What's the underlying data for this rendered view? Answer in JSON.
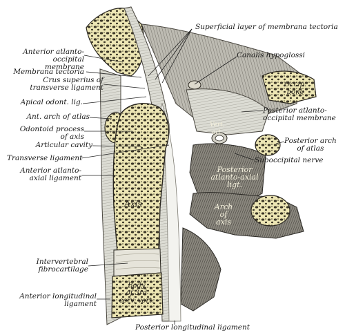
{
  "labels": {
    "superficial_layer": "Superficial layer of membrana tectoria",
    "canalis_hypoglossi": "Canalis hypoglossi",
    "anterior_atlanto_occipital": "Anterior atlanto-\noccipital membrane",
    "membrana_tectoria": "Membrana tectoria",
    "crus_superius": "Crus superius of\ntransverse ligament",
    "apical_odont_lig": "Apical odont. lig.",
    "ant_arch_atlas": "Ant. arch of atlas",
    "odontoid_process": "Odontoid process\nof axis",
    "articular_cavity": "Articular cavity",
    "transverse_ligament": "Transverse ligament",
    "anterior_atlanto_axial": "Anterior atlanto-\naxial ligament",
    "posterior_atlanto_occipital": "Posterior atlanto-\noccipital membrane",
    "posterior_arch_atlas": "Posterior arch\nof atlas",
    "suboccipital_nerve": "Suboccipital nerve",
    "intervertebral_fibrocartilage": "Intervertebral\nfibrocartilage",
    "anterior_longitudinal": "Anterior longitudinal\nligament",
    "posterior_longitudinal": "Posterior longitudinal ligament"
  },
  "engraved": {
    "occip_bone": "Occip.\nbone",
    "vert_art": "Vert.\nart.",
    "posterior_atlanto_axial_ligt": "Posterior\natlanto-axial\nligt.",
    "arch_of_axis": "Arch\nof\naxis",
    "axis": "Axis",
    "body_of_3rd_cerv_vert": "Body\nof 3rd\ncerv. vert."
  },
  "colors": {
    "bone": "#ede6b4",
    "cancellous": "#3a3526",
    "ligament": "#e2e2dc",
    "shadow": "#6e6a62",
    "background": "#ffffff"
  }
}
